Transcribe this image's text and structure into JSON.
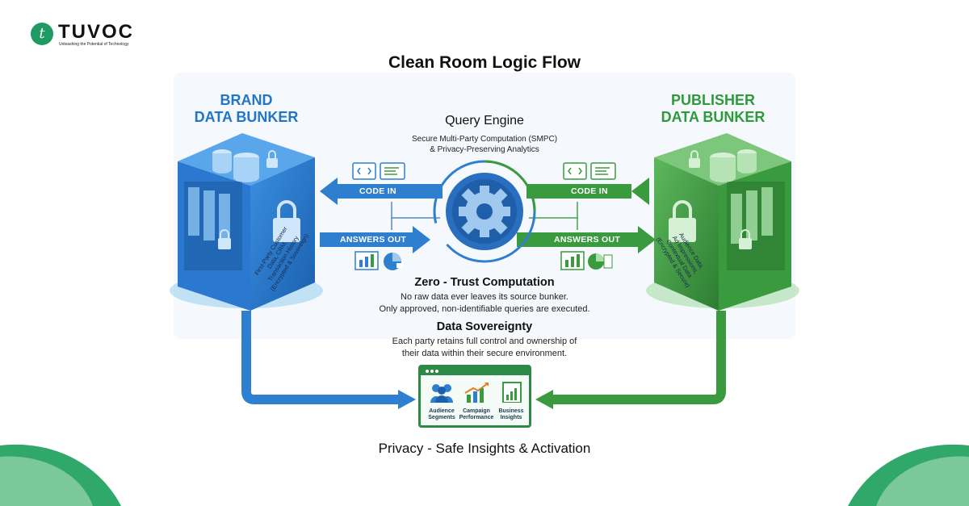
{
  "brand": {
    "logo_text": "TUVOC",
    "logo_tagline": "Unleashing the Potential of Technology",
    "logo_letter": "t"
  },
  "title": "Clean Room Logic Flow",
  "brand_bunker": {
    "title_line1": "BRAND",
    "title_line2": "DATA BUNKER",
    "side_text": [
      "First-Party Customer",
      "Data, CRM,",
      "Transaction History",
      "(Encrypted & Sovereign)"
    ]
  },
  "publisher_bunker": {
    "title_line1": "PUBLISHER",
    "title_line2": "DATA BUNKER",
    "side_text": [
      "Audience Data,",
      "Ad Impressions,",
      "Contextual Data",
      "(Encrypted & Secure)"
    ]
  },
  "query_engine": {
    "title": "Query Engine",
    "subtitle_line1": "Secure Multi-Party Computation (SMPC)",
    "subtitle_line2": "& Privacy-Preserving Analytics"
  },
  "flows": {
    "code_in_left": "CODE IN",
    "answers_out_left": "ANSWERS OUT",
    "code_in_right": "CODE IN",
    "answers_out_right": "ANSWERS OUT"
  },
  "zero_trust": {
    "title": "Zero - Trust Computation",
    "line1": "No raw data ever leaves its source bunker.",
    "line2": "Only approved, non-identifiable queries are executed."
  },
  "data_sovereignty": {
    "title": "Data Sovereignty",
    "line1": "Each party retains full control and ownership of",
    "line2": "their data within their secure environment."
  },
  "dashboard": {
    "items": [
      {
        "line1": "Audience",
        "line2": "Segments"
      },
      {
        "line1": "Campaign",
        "line2": "Performance"
      },
      {
        "line1": "Business",
        "line2": "Insights"
      }
    ]
  },
  "footer": "Privacy - Safe Insights & Activation",
  "colors": {
    "blue": "#2276c5",
    "green": "#2f9a3c",
    "logo_green": "#1e9a62"
  }
}
